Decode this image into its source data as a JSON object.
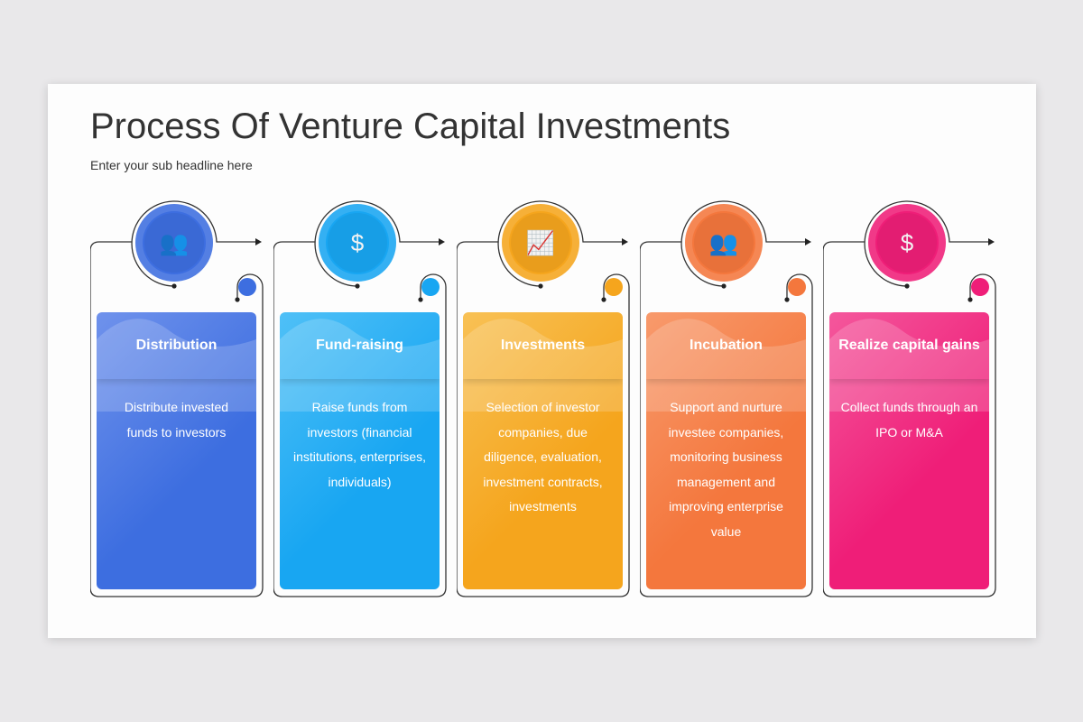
{
  "title": "Process Of Venture Capital Investments",
  "subtitle": "Enter your sub headline here",
  "steps": [
    {
      "title": "Distribution",
      "text": "Distribute invested funds to investors",
      "icon": "people-presentation-icon",
      "color": "#3d6ee0",
      "light": "#6f92ec",
      "glyph": "👥"
    },
    {
      "title": "Fund-raising",
      "text": "Raise funds from investors (financial institutions, enterprises, individuals)",
      "icon": "coins-dollar-icon",
      "color": "#18a6f2",
      "light": "#4fc0f7",
      "glyph": "$"
    },
    {
      "title": "Investments",
      "text": "Selection of investor companies, due diligence, evaluation, investment contracts, investments",
      "icon": "line-chart-icon",
      "color": "#f5a51d",
      "light": "#f8c155",
      "glyph": "📈"
    },
    {
      "title": "Incubation",
      "text": "Support and nurture investee companies, monitoring business management and improving enterprise value",
      "icon": "mentoring-icon",
      "color": "#f4773d",
      "light": "#f89a6c",
      "glyph": "👥"
    },
    {
      "title": "Realize capital gains",
      "text": "Collect funds through an IPO or M&A",
      "icon": "coin-stack-icon",
      "color": "#ef1e78",
      "light": "#f4579c",
      "glyph": "$"
    }
  ]
}
